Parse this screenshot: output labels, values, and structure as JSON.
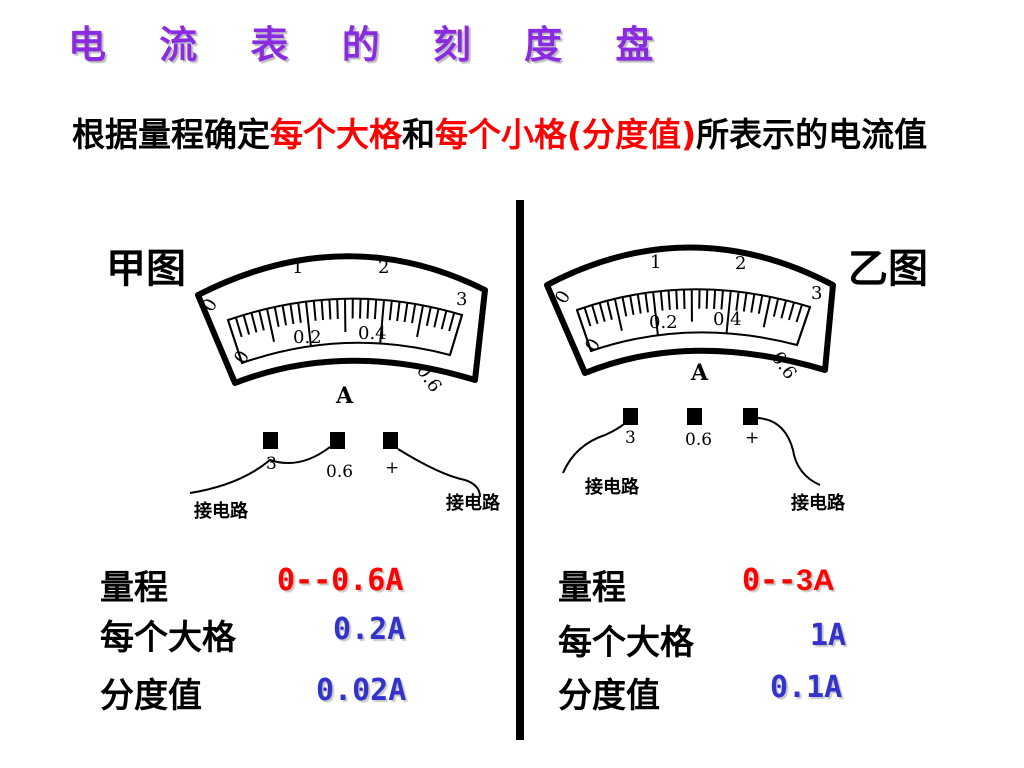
{
  "colors": {
    "title": "#8a2be2",
    "highlight": "#ff0000",
    "value_blue": "#3333cc"
  },
  "title": "电 流 表 的 刻 度 盘",
  "intro": {
    "part1": "根据量程确定",
    "hl1": "每个大格",
    "part2": "和",
    "hl2": "每个小格(分度值)",
    "part3": "所表示的电流值"
  },
  "meter": {
    "upper_ticks": [
      "0",
      "1",
      "2",
      "3"
    ],
    "lower_ticks": [
      "0",
      "0.2",
      "0.4",
      "0.6"
    ],
    "unit": "A",
    "terminals": [
      "3",
      "0.6",
      "+"
    ],
    "wire_label": "接电路"
  },
  "left": {
    "fig_label": "甲图",
    "range_label": "量程",
    "range_value": "0--0.6A",
    "big_label": "每个大格",
    "big_value": "0.2A",
    "div_label": "分度值",
    "div_value": "0.02A"
  },
  "right": {
    "fig_label": "乙图",
    "range_label": "量程",
    "range_prefix": "0--",
    "range_value": "3A",
    "big_label": "每个大格",
    "big_value": "1A",
    "div_label": "分度值",
    "div_value": "0.1A"
  }
}
